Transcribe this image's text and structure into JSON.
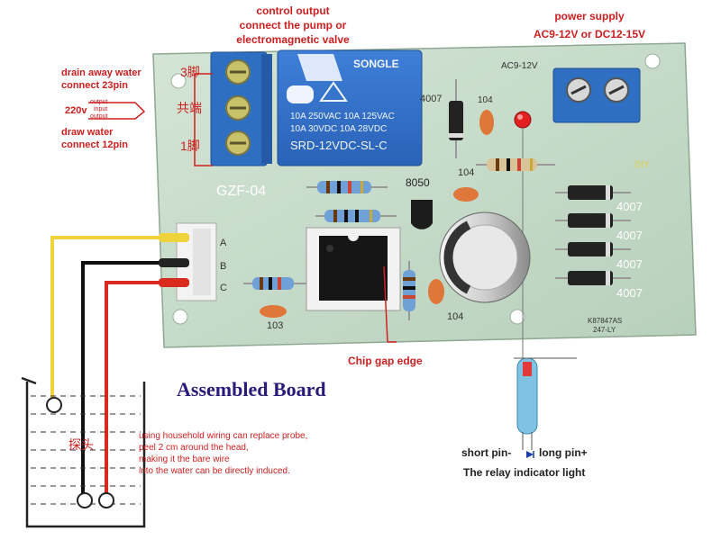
{
  "labels": {
    "control_output_1": "control output",
    "control_output_2": "connect the pump or",
    "control_output_3": "electromagnetic valve",
    "power_supply_1": "power supply",
    "power_supply_2": "AC9-12V or DC12-15V",
    "drain_1": "drain away water",
    "drain_2": "connect 23pin",
    "voltage_220": "220v",
    "output_small": "output",
    "input_small": "input",
    "output_small_2": "output",
    "draw_1": "draw water",
    "draw_2": "connect 12pin",
    "chip_gap": "Chip gap edge",
    "assembled": "Assembled Board",
    "note_1": "using household wiring can replace probe,",
    "note_2": "peel 2 cm around the head,",
    "note_3": "making it the bare wire",
    "note_4": "into the water can be directly induced.",
    "short_pin": "short pin-",
    "long_pin": "long pin+",
    "indicator": "The relay indicator light"
  },
  "board": {
    "model": "GZF-04",
    "relay_brand": "SONGLE",
    "relay_line1": "10A 250VAC  10A 125VAC",
    "relay_line2": "10A 30VDC   10A 28VDC",
    "relay_line3": "SRD-12VDC-SL-C",
    "terminal_3": "3脚",
    "terminal_common": "共端",
    "terminal_1": "1脚",
    "ac_label": "AC9-12V",
    "diode_top": "4007",
    "cap_top": "104",
    "transistor": "8050",
    "cap_mid": "104",
    "diodes_right": [
      "4007",
      "4007",
      "4007",
      "4007"
    ],
    "cap_bottom": "103",
    "cap_bottom_right": "104",
    "pin_a": "A",
    "pin_b": "B",
    "pin_c": "C",
    "code_1": "K87847AS",
    "code_2": "247-LY",
    "diy": "DIY",
    "probe_label": "探头"
  }
}
